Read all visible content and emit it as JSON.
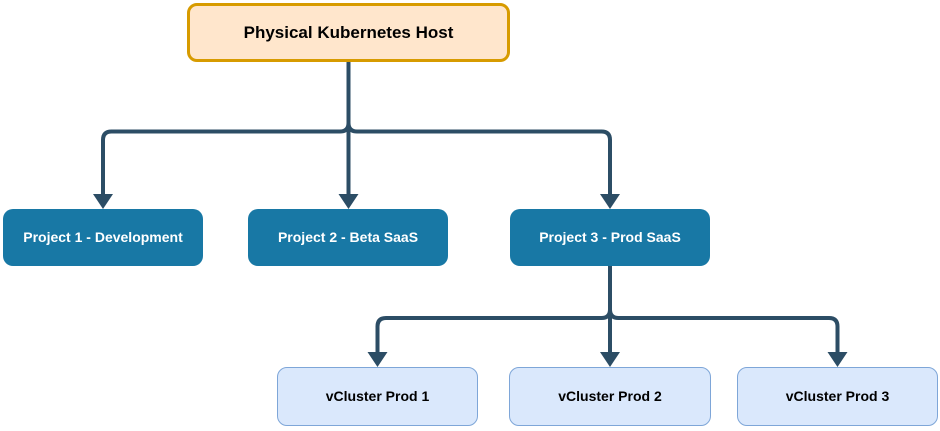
{
  "colors": {
    "connector": "#2C4D65",
    "root_fill": "#FFE6CC",
    "root_border": "#D79B00",
    "project_fill": "#1878A5",
    "project_text": "#FFFFFF",
    "vcluster_fill": "#DAE8FC",
    "vcluster_border": "#7EA6D8",
    "vcluster_text": "#000000"
  },
  "nodes": {
    "root": {
      "label": "Physical Kubernetes Host"
    },
    "projects": [
      {
        "label": "Project 1 - Development"
      },
      {
        "label": "Project 2 - Beta SaaS"
      },
      {
        "label": "Project 3 - Prod SaaS"
      }
    ],
    "vclusters": [
      {
        "label": "vCluster Prod 1"
      },
      {
        "label": "vCluster Prod 2"
      },
      {
        "label": "vCluster Prod 3"
      }
    ]
  }
}
